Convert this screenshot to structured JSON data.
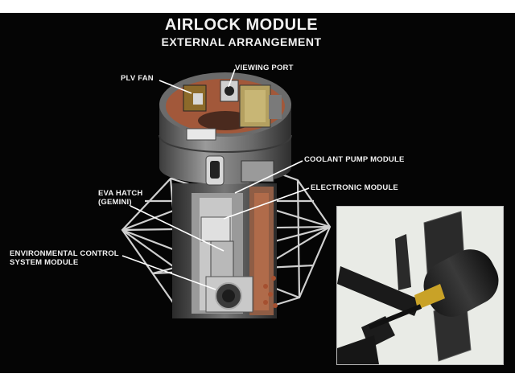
{
  "title": "AIRLOCK MODULE",
  "subtitle": "EXTERNAL ARRANGEMENT",
  "labels": {
    "plv_fan": "PLV FAN",
    "viewing_port": "VIEWING PORT",
    "coolant_pump": "COOLANT PUMP MODULE",
    "electronic_module": "ELECTRONIC MODULE",
    "eva_hatch": "EVA HATCH\n(GEMINI)",
    "ecs_module": "ENVIRONMENTAL CONTROL\nSYSTEM MODULE"
  },
  "colors": {
    "background": "#050505",
    "label_text": "#f0f0f0",
    "interior": "#a2583a",
    "hull": "#8a8a8a",
    "photo_bg": "#e9ebe6"
  }
}
